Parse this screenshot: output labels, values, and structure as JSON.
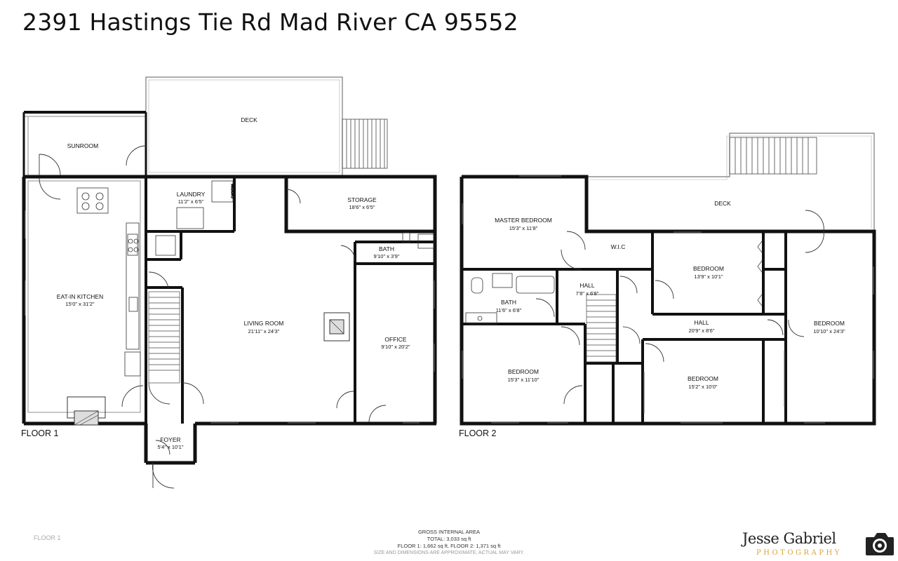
{
  "title": "2391 Hastings Tie Rd Mad River CA 95552",
  "floors": [
    {
      "label": "FLOOR 1",
      "rooms": [
        {
          "id": "deck",
          "name": "DECK",
          "dims": ""
        },
        {
          "id": "sunroom",
          "name": "SUNROOM",
          "dims": ""
        },
        {
          "id": "laundry",
          "name": "LAUNDRY",
          "dims": "11'2\" x 6'5\""
        },
        {
          "id": "storage",
          "name": "STORAGE",
          "dims": "18'6\" x 6'5\""
        },
        {
          "id": "bath",
          "name": "BATH",
          "dims": "9'10\" x 3'9\""
        },
        {
          "id": "kitchen",
          "name": "EAT-IN KITCHEN",
          "dims": "15'0\" x 31'2\""
        },
        {
          "id": "living",
          "name": "LIVING ROOM",
          "dims": "21'11\" x 24'3\""
        },
        {
          "id": "office",
          "name": "OFFICE",
          "dims": "9'10\" x 20'2\""
        },
        {
          "id": "foyer",
          "name": "FOYER",
          "dims": "5'4\" x 10'1\""
        }
      ],
      "fixture_label": "W/D/DRY"
    },
    {
      "label": "FLOOR 2",
      "rooms": [
        {
          "id": "deck2",
          "name": "DECK",
          "dims": ""
        },
        {
          "id": "master",
          "name": "MASTER BEDROOM",
          "dims": "15'3\" x 11'8\""
        },
        {
          "id": "wic",
          "name": "W.I.C",
          "dims": ""
        },
        {
          "id": "bedroom_a",
          "name": "BEDROOM",
          "dims": "13'9\" x 10'1\""
        },
        {
          "id": "bath2",
          "name": "BATH",
          "dims": "11'6\" x 6'8\""
        },
        {
          "id": "hall_a",
          "name": "HALL",
          "dims": "7'8\" x 6'8\""
        },
        {
          "id": "hall_b",
          "name": "HALL",
          "dims": "20'9\" x 8'6\""
        },
        {
          "id": "bedroom_b",
          "name": "BEDROOM",
          "dims": "10'10\" x 24'3\""
        },
        {
          "id": "bedroom_c",
          "name": "BEDROOM",
          "dims": "15'3\" x 11'10\""
        },
        {
          "id": "bedroom_d",
          "name": "BEDROOM",
          "dims": "15'2\" x 10'0\""
        }
      ]
    }
  ],
  "area": {
    "heading": "GROSS INTERNAL AREA",
    "total": "TOTAL: 3,033 sq ft",
    "breakdown": "FLOOR 1: 1,662 sq ft, FLOOR 2: 1,371 sq ft",
    "disclaimer": "SIZE AND DIMENSIONS ARE APPROXIMATE, ACTUAL MAY VARY."
  },
  "footer_floor_tab": "FLOOR 1",
  "logo": {
    "name": "Jesse Gabriel",
    "sub": "PHOTOGRAPHY",
    "accent_color": "#d9a23a"
  }
}
